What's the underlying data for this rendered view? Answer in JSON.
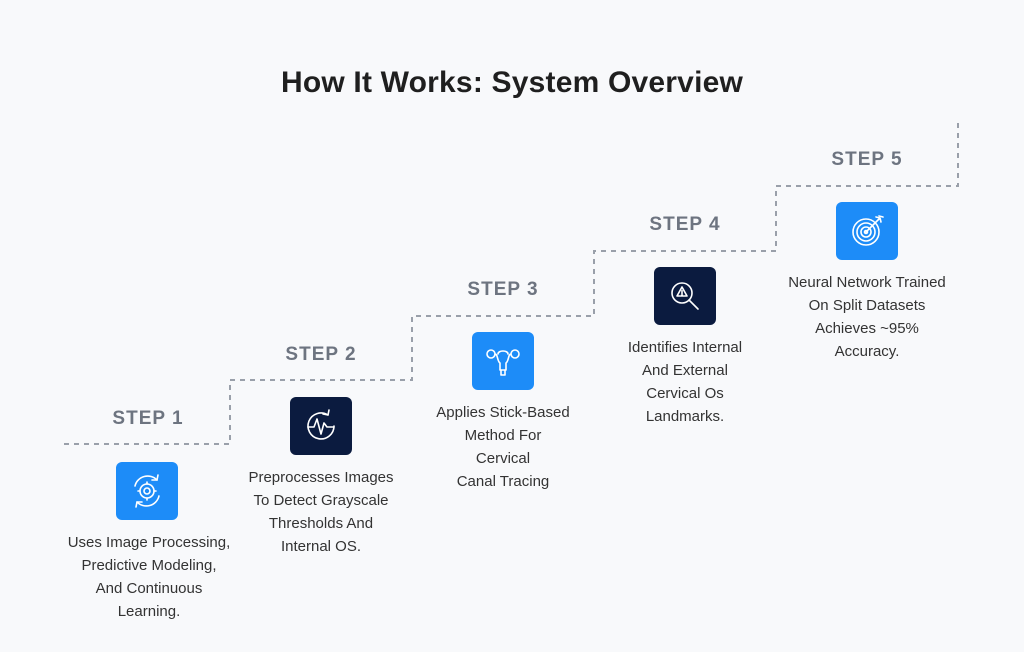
{
  "title": "How It Works: System Overview",
  "steps": [
    {
      "label": "STEP 1",
      "icon": "image-processing-cycle-icon",
      "icon_color": "#1d8cf8",
      "lines": [
        "Uses Image Processing,",
        "Predictive Modeling,",
        "And Continuous",
        "Learning."
      ]
    },
    {
      "label": "STEP 2",
      "icon": "waveform-cycle-icon",
      "icon_color": "#0b1b3f",
      "lines": [
        "Preprocesses Images",
        "To Detect Grayscale",
        "Thresholds And",
        "Internal OS."
      ]
    },
    {
      "label": "STEP 3",
      "icon": "uterus-icon",
      "icon_color": "#1d8cf8",
      "lines": [
        "Applies Stick-Based",
        "Method For",
        "Cervical",
        "Canal Tracing"
      ]
    },
    {
      "label": "STEP 4",
      "icon": "magnifier-warning-icon",
      "icon_color": "#0b1b3f",
      "lines": [
        "Identifies Internal",
        "And External",
        "Cervical Os",
        "Landmarks."
      ]
    },
    {
      "label": "STEP 5",
      "icon": "target-arrow-icon",
      "icon_color": "#1d8cf8",
      "lines": [
        "Neural Network Trained",
        "On Split Datasets",
        "Achieves ~95%",
        "Accuracy."
      ]
    }
  ]
}
